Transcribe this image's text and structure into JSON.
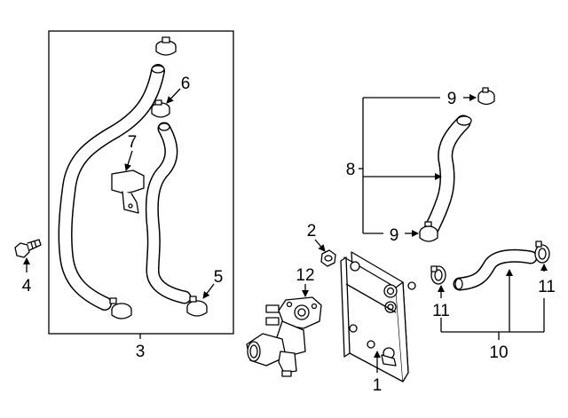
{
  "callouts": [
    {
      "id": "c1",
      "text": "1"
    },
    {
      "id": "c2",
      "text": "2"
    },
    {
      "id": "c3",
      "text": "3"
    },
    {
      "id": "c4",
      "text": "4"
    },
    {
      "id": "c5",
      "text": "5"
    },
    {
      "id": "c6",
      "text": "6"
    },
    {
      "id": "c7",
      "text": "7"
    },
    {
      "id": "c8",
      "text": "8"
    },
    {
      "id": "c9a",
      "text": "9"
    },
    {
      "id": "c9b",
      "text": "9"
    },
    {
      "id": "c10",
      "text": "10"
    },
    {
      "id": "c11a",
      "text": "11"
    },
    {
      "id": "c11b",
      "text": "11"
    },
    {
      "id": "c12",
      "text": "12"
    }
  ],
  "colors": {
    "line": "#000000",
    "background": "#ffffff",
    "part_fill": "#ffffff"
  }
}
